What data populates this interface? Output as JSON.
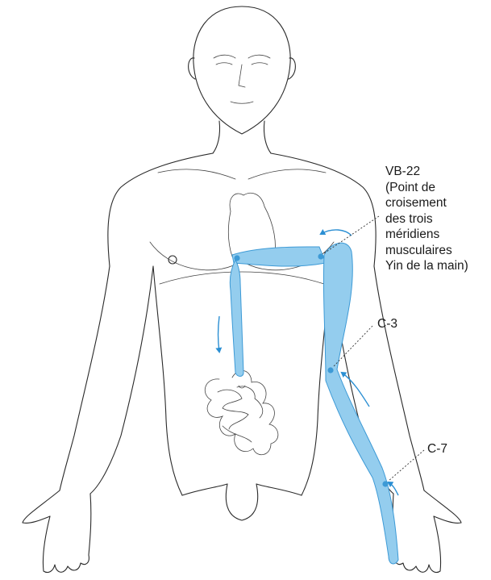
{
  "colors": {
    "meridian_fill": "#94cdee",
    "meridian_stroke": "#3d9ad6",
    "flow_arrow": "#2b8fd3",
    "line_art": "#2a2a2a"
  },
  "labels": {
    "vb22": {
      "lines": [
        "VB-22",
        "(Point de",
        "croisement",
        "des trois",
        "méridiens",
        "musculaires",
        "Yin de la main)"
      ]
    },
    "c3": "C-3",
    "c7": "C-7"
  }
}
